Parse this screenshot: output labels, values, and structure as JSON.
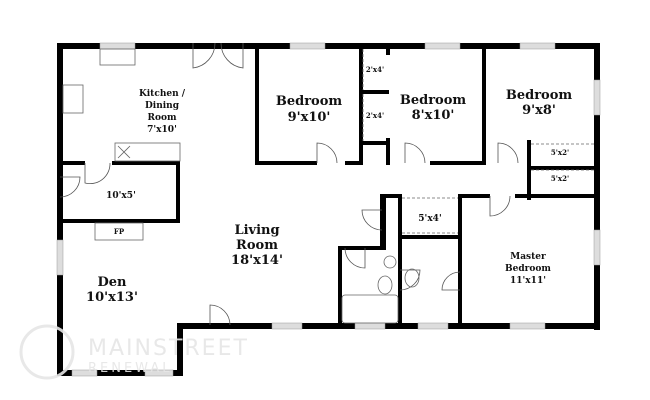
{
  "rooms": {
    "kitchen": {
      "name": "Kitchen /",
      "name2": "Dining",
      "name3": "Room",
      "size": "7'x10'"
    },
    "bedroom1": {
      "name": "Bedroom",
      "size": "9'x10'"
    },
    "bedroom2": {
      "name": "Bedroom",
      "size": "8'x10'"
    },
    "bedroom3": {
      "name": "Bedroom",
      "size": "9'x8'"
    },
    "living": {
      "name": "Living",
      "name2": "Room",
      "size": "18'x14'"
    },
    "master": {
      "name": "Master",
      "name2": "Bedroom",
      "size": "11'x11'"
    },
    "den": {
      "name": "Den",
      "size": "10'x13'"
    },
    "laundry": {
      "size": "10'x5'"
    },
    "fireplace": {
      "label": "FP"
    },
    "closet_a": {
      "size": "2'x4'"
    },
    "closet_b": {
      "size": "2'x4'"
    },
    "closet_c": {
      "size": "5'x2'"
    },
    "closet_d": {
      "size": "5'x2'"
    },
    "closet_e": {
      "size": "5'x4'"
    }
  },
  "watermark": {
    "line1": "MAINSTREET",
    "line2": "RENEWAL"
  },
  "colors": {
    "wall": "#000000",
    "window": "#dddddd"
  }
}
